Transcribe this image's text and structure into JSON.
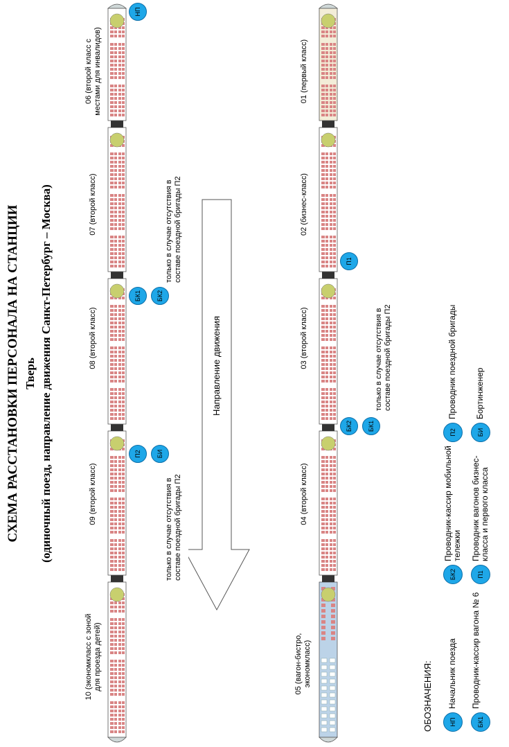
{
  "title": {
    "line1": "СХЕМА РАССТАНОВКИ ПЕРСОНАЛА НА СТАНЦИИ",
    "line2": "Тверь",
    "line3": "(одиночный поезд, направление движения Санкт-Петербург – Москва)"
  },
  "top_train": {
    "cars": [
      {
        "label": "10 (экономкласс с зоной для проезда детей)"
      },
      {
        "label": "09 (второй класс)"
      },
      {
        "label": "08 (второй класс)"
      },
      {
        "label": "07 (второй класс)"
      },
      {
        "label": "06 (второй класс с местами для инвалидов)"
      }
    ]
  },
  "bottom_train": {
    "cars": [
      {
        "label": "05 (вагон-бистро, экономкласс)"
      },
      {
        "label": "04 (второй класс)"
      },
      {
        "label": "03 (второй класс)"
      },
      {
        "label": "02 (бизнес-класс)"
      },
      {
        "label": "01 (первый класс)"
      }
    ]
  },
  "badges": {
    "np": "НП",
    "bk1": "БК1",
    "bk2": "БК2",
    "p1": "П1",
    "p2": "П2",
    "bi": "БИ"
  },
  "notes": {
    "note1": "только в случае отсутствия в составе поездной бригады П2",
    "note2": "только в случае отсутствия в составе поездной бригады П2",
    "note3": "только в случае отсутствия в составе поездной бригады П2"
  },
  "direction": "Направление движения",
  "legend": {
    "title": "ОБОЗНАЧЕНИЯ:",
    "items": [
      {
        "code": "НП",
        "text": "Начальник поезда"
      },
      {
        "code": "БК1",
        "text": "Проводник-кассир вагона № 6"
      },
      {
        "code": "БК2",
        "text": "Проводник-кассир мобильной тележки"
      },
      {
        "code": "П1",
        "text": "Проводник вагонов бизнес-класса и первого класса"
      },
      {
        "code": "П2",
        "text": "Проводник поездной бригады"
      },
      {
        "code": "БИ",
        "text": "Бортинженер"
      }
    ]
  },
  "colors": {
    "badge": "#1ea7e8",
    "seat": "#d98585",
    "bistro": "#bcd3e8",
    "firstclass": "#f3edd8",
    "table": "#c8cf6e"
  }
}
